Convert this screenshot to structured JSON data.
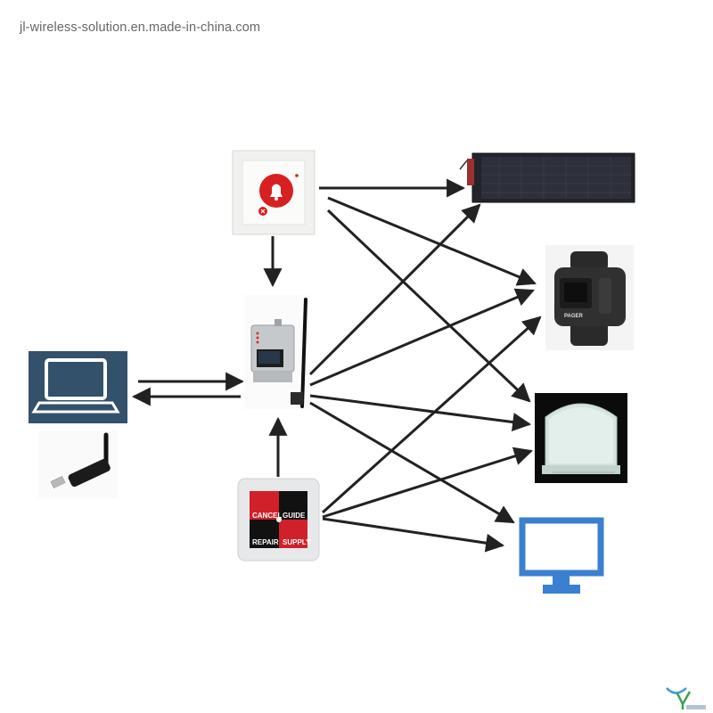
{
  "watermark": {
    "text": "jl-wireless-solution.en.made-in-china.com"
  },
  "call_button_panel": {
    "labels": [
      "CANCEL",
      "GUIDE",
      "REPAIR",
      "SUPPLY"
    ]
  },
  "pager_watch": {
    "brand": "PAGER"
  },
  "colors": {
    "arrow": "#222222",
    "laptop_bg": "#33516a",
    "monitor": "#3b7fd0",
    "bell_button": "#d72020",
    "panel_red": "#d0202a",
    "panel_black": "#111111"
  },
  "logo": {
    "mark": "y-logo-icon"
  }
}
